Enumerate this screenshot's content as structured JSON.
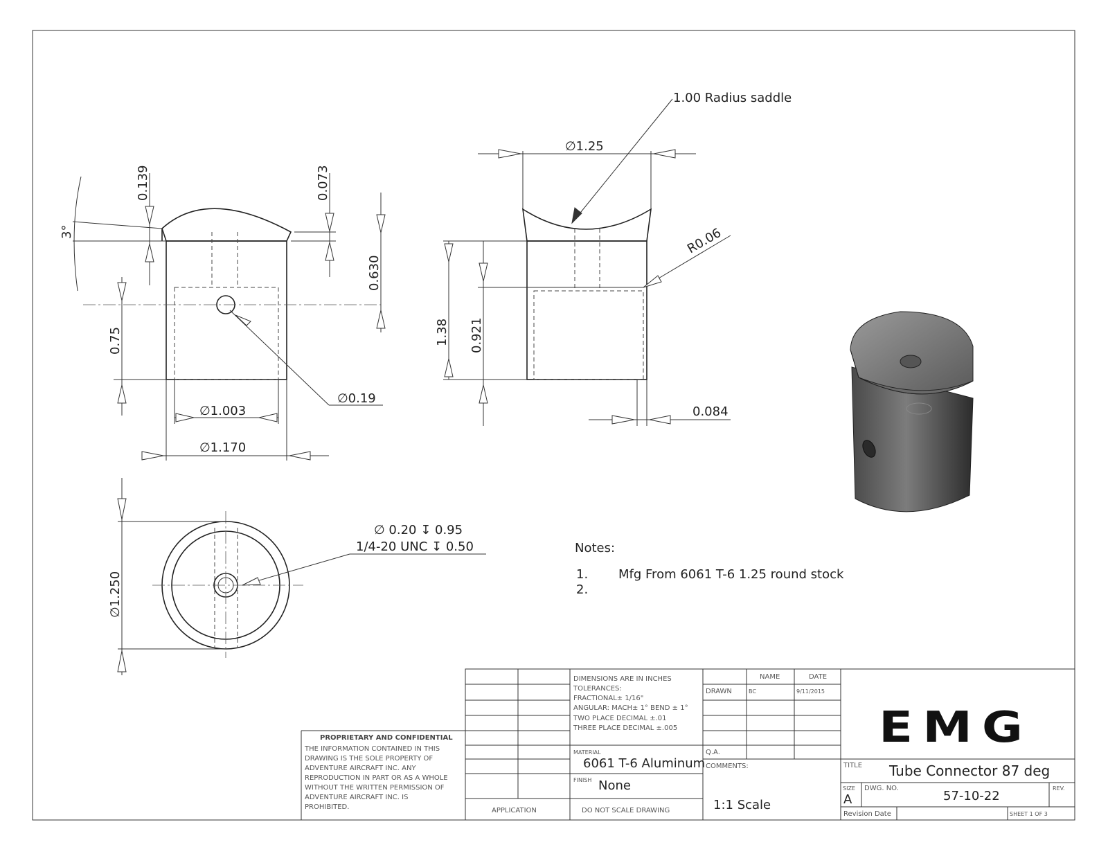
{
  "front_view": {
    "dim_0139": "0.139",
    "dim_0073": "0.073",
    "dim_3deg": "3°",
    "dim_0630": "0.630",
    "dim_075": "0.75",
    "dim_dia019": "∅0.19",
    "dim_dia1003": "∅1.003",
    "dim_dia1170": "∅1.170"
  },
  "side_view": {
    "note_radius": "1.00 Radius  saddle",
    "dim_dia125": "∅1.25",
    "dim_r006": "R0.06",
    "dim_138": "1.38",
    "dim_0921": "0.921",
    "dim_0084": "0.084"
  },
  "bottom_view": {
    "dim_dia1250": "∅1.250",
    "hole_line1": "∅ 0.20 ↧ 0.95",
    "hole_line2": "1/4-20 UNC  ↧ 0.50"
  },
  "notes": {
    "heading": "Notes:",
    "items": [
      {
        "num": "1.",
        "text": "Mfg From 6061 T-6 1.25 round stock"
      },
      {
        "num": "2.",
        "text": ""
      }
    ]
  },
  "title_block": {
    "proprietary_title": "PROPRIETARY AND CONFIDENTIAL",
    "proprietary_lines": [
      "THE INFORMATION CONTAINED IN THIS",
      "DRAWING IS THE SOLE PROPERTY OF",
      "ADVENTURE AIRCRAFT INC.  ANY",
      "REPRODUCTION IN PART OR AS A WHOLE",
      "WITHOUT THE WRITTEN PERMISSION OF",
      "ADVENTURE AIRCRAFT INC. IS",
      "PROHIBITED."
    ],
    "application": "APPLICATION",
    "tolerance_lines": [
      "DIMENSIONS ARE IN INCHES",
      "TOLERANCES:",
      "FRACTIONAL± 1/16\"",
      "ANGULAR: MACH± 1° BEND ± 1°",
      "TWO PLACE DECIMAL    ±.01",
      "THREE PLACE DECIMAL  ±.005"
    ],
    "material_label": "MATERIAL",
    "material": "6061 T-6 Aluminum",
    "finish_label": "FINISH",
    "finish": "None",
    "do_not_scale": "DO NOT SCALE DRAWING",
    "name_header": "NAME",
    "date_header": "DATE",
    "drawn_label": "DRAWN",
    "drawn_name": "BC",
    "drawn_date": "9/11/2015",
    "qa_label": "Q.A.",
    "comments_label": "COMMENTS:",
    "comments": "1:1 Scale",
    "logo": "EMG",
    "title_label": "TITLE",
    "title": "Tube Connector 87 deg",
    "size_label": "SIZE",
    "size": "A",
    "dwg_label": "DWG.  NO.",
    "dwg_no": "57-10-22",
    "rev_label": "REV.",
    "revision_date_label": "Revision Date",
    "sheet": "SHEET 1 OF 3"
  }
}
